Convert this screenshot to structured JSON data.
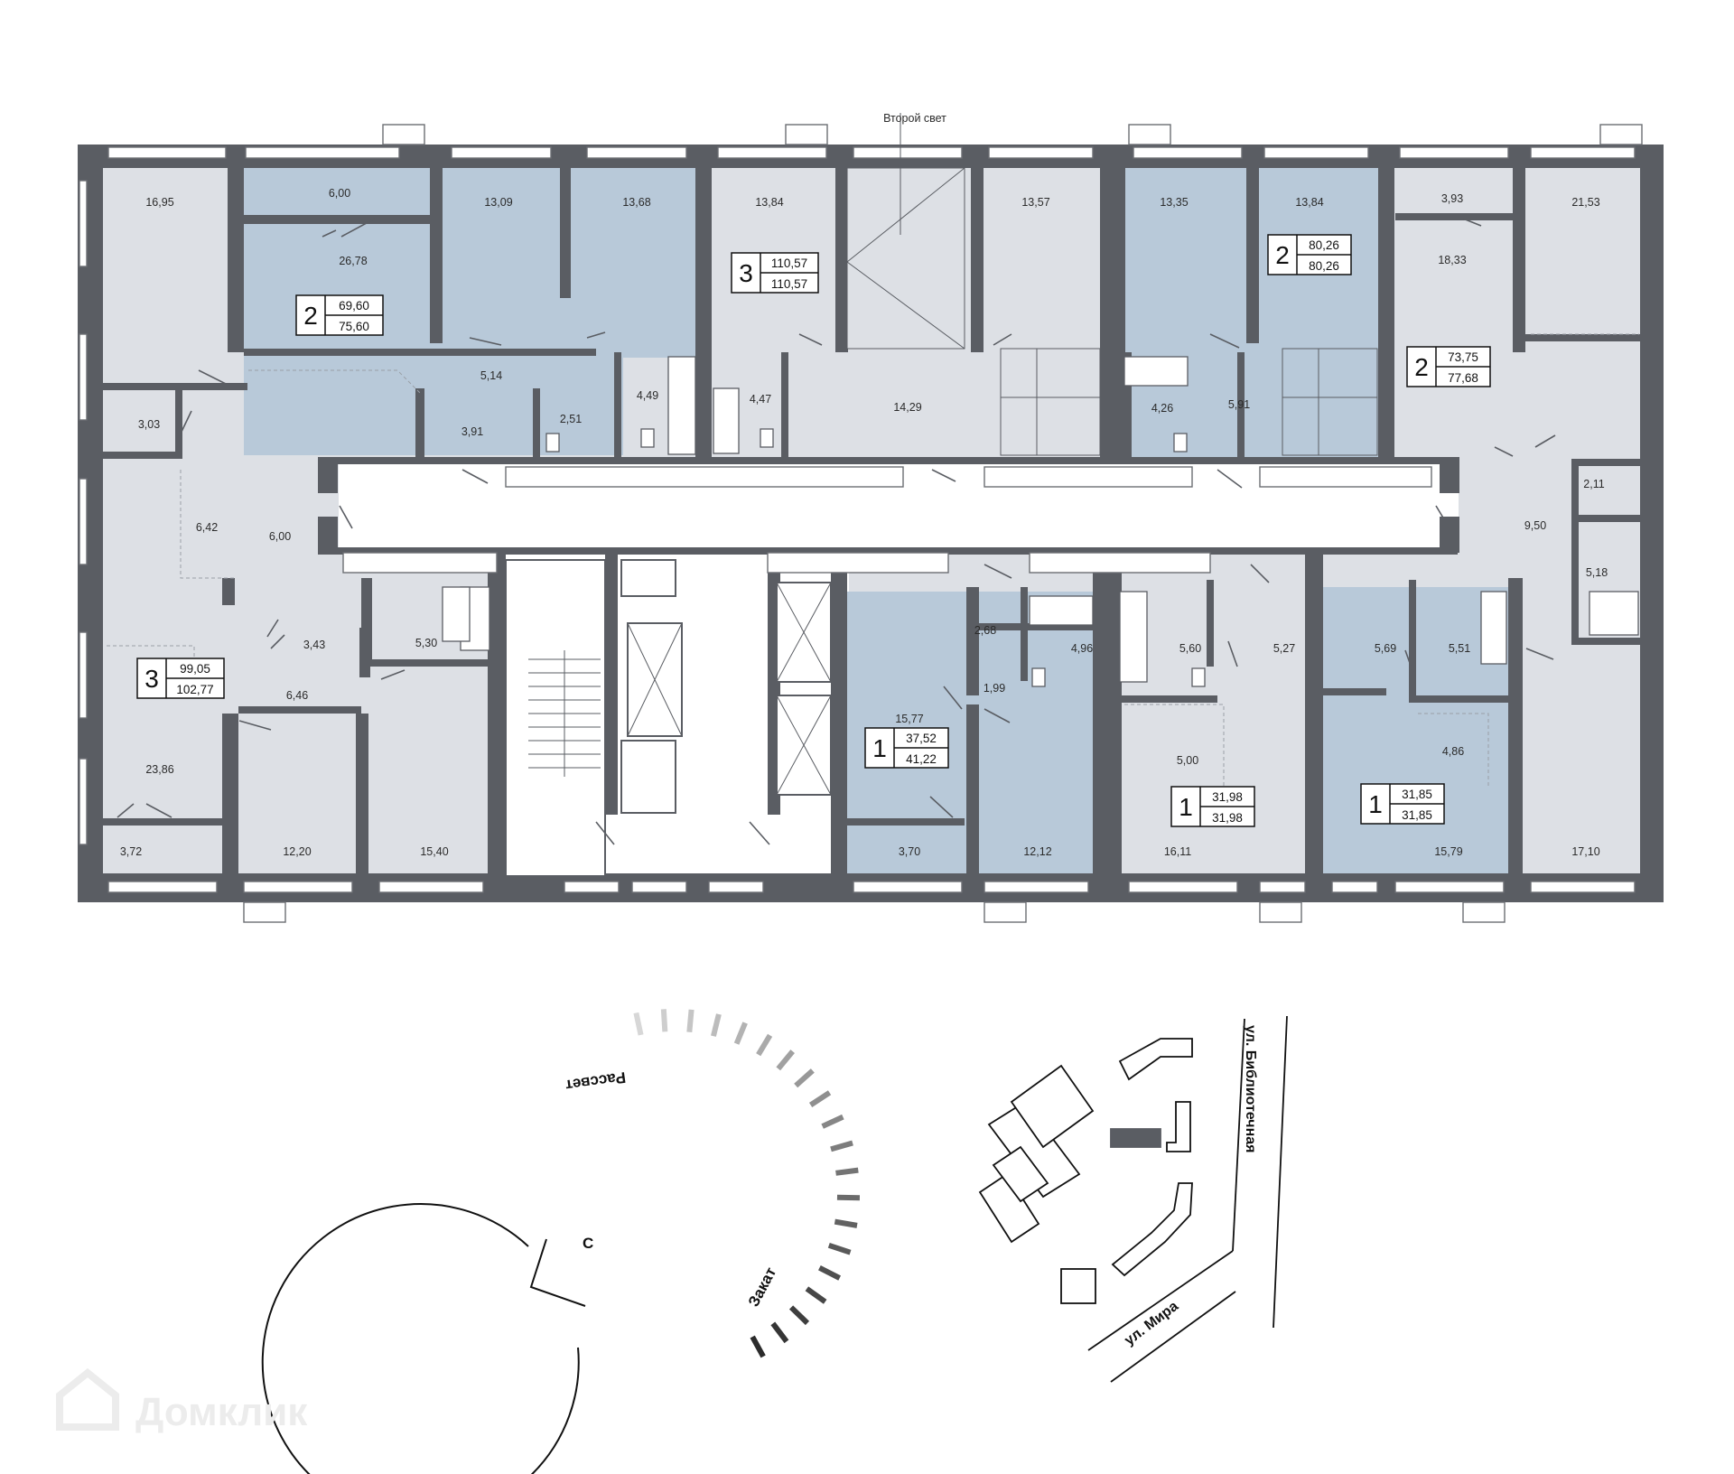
{
  "title_note": "Второй свет",
  "rooms": [
    "16,95",
    "6,00",
    "26,78",
    "13,09",
    "13,68",
    "13,84",
    "13,57",
    "13,35",
    "13,84",
    "3,93",
    "18,33",
    "21,53",
    "3,03",
    "5,14",
    "3,91",
    "2,51",
    "4,49",
    "4,47",
    "14,29",
    "4,26",
    "5,91",
    "6,42",
    "6,00",
    "9,50",
    "2,11",
    "5,18",
    "3,43",
    "5,30",
    "6,46",
    "2,68",
    "4,96",
    "5,60",
    "5,27",
    "5,69",
    "5,51",
    "15,77",
    "1,99",
    "5,00",
    "4,86",
    "23,86",
    "3,72",
    "12,20",
    "15,40",
    "3,70",
    "12,12",
    "16,11",
    "15,79",
    "17,10"
  ],
  "apartments": [
    {
      "rooms": "2",
      "living": "69,60",
      "total": "75,60"
    },
    {
      "rooms": "3",
      "living": "110,57",
      "total": "110,57"
    },
    {
      "rooms": "2",
      "living": "80,26",
      "total": "80,26"
    },
    {
      "rooms": "2",
      "living": "73,75",
      "total": "77,68"
    },
    {
      "rooms": "3",
      "living": "99,05",
      "total": "102,77"
    },
    {
      "rooms": "1",
      "living": "37,52",
      "total": "41,22"
    },
    {
      "rooms": "1",
      "living": "31,98",
      "total": "31,98"
    },
    {
      "rooms": "1",
      "living": "31,85",
      "total": "31,85"
    }
  ],
  "compass": {
    "north": "С",
    "sunrise": "Рассвет",
    "sunset": "Закат"
  },
  "streets": [
    "ул. Библиотечная",
    "ул. Мира"
  ],
  "watermark": "Домклик",
  "colors": {
    "room": "#dde0e5",
    "apartment_blue": "#b8c9d9",
    "wall": "#5a5d63"
  }
}
